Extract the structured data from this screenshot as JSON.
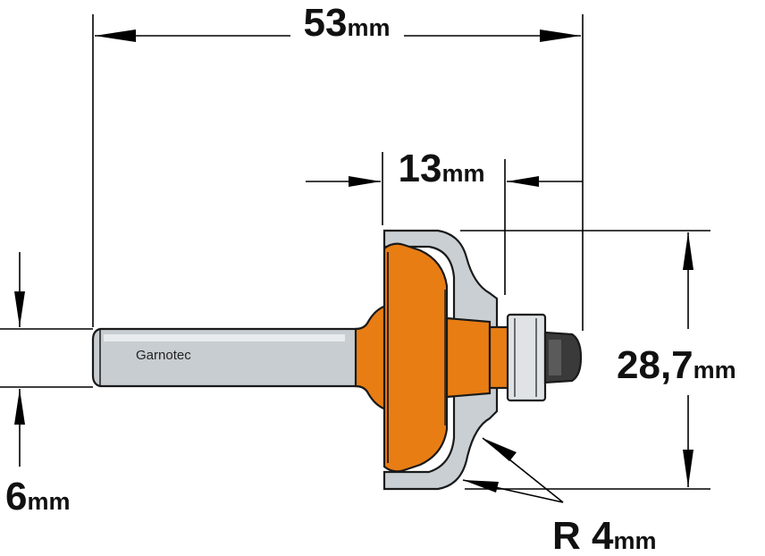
{
  "brand_label": "Garnotec",
  "dimensions": {
    "total_length": {
      "value": "53",
      "unit": "mm"
    },
    "cutting_length": {
      "value": "13",
      "unit": "mm"
    },
    "shank_diameter": {
      "value": "6",
      "unit": "mm"
    },
    "cutting_diameter": {
      "value": "28,7",
      "unit": "mm"
    },
    "radius": {
      "value": "R 4",
      "unit": "mm"
    }
  },
  "colors": {
    "body": "#e87d14",
    "carbide": "#c9cfd3",
    "shank": "#c8cdd1",
    "bearing": "#dfe3e6",
    "nut": "#3a3a3a"
  }
}
